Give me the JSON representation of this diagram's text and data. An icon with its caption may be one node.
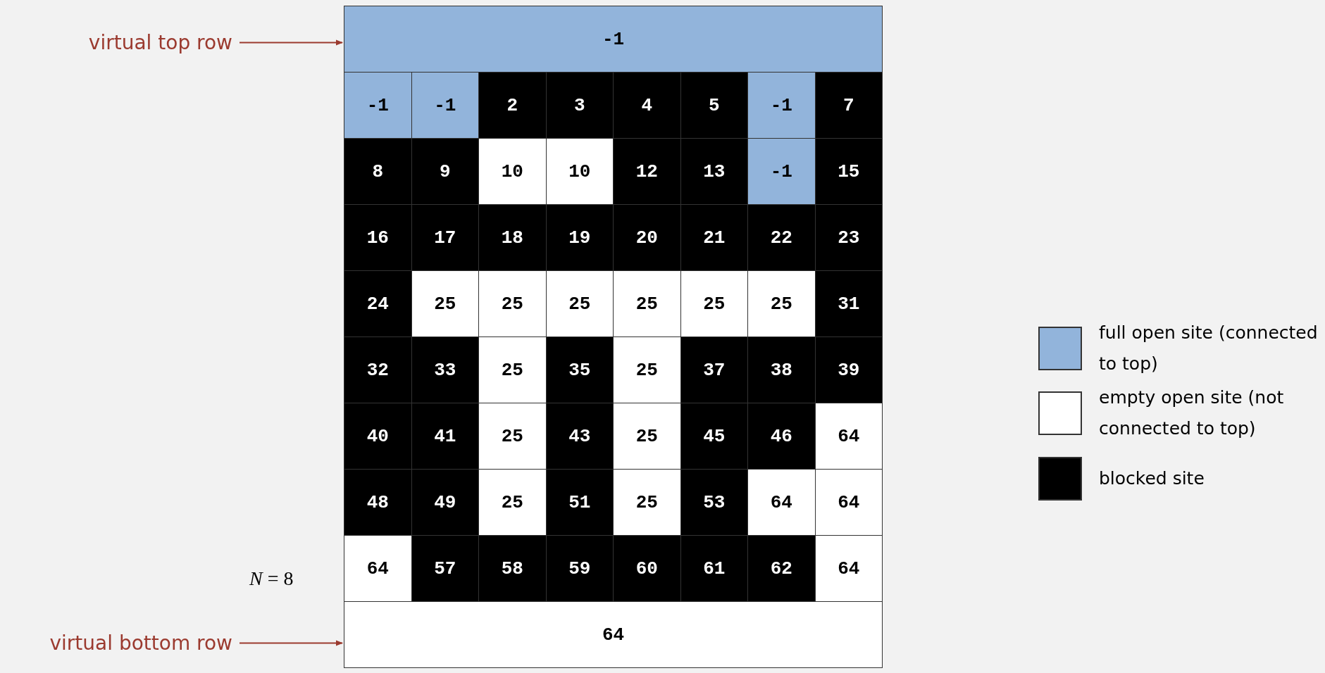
{
  "diagram": {
    "nodes": [
      {
        "text": [
          "virtual top row"
        ]
      },
      {
        "text": [
          "-1"
        ]
      },
      {
        "text": [
          "-1"
        ]
      },
      {
        "text": [
          "-1"
        ]
      },
      {
        "text": [
          "2"
        ]
      },
      {
        "text": [
          "3"
        ]
      },
      {
        "text": [
          "4"
        ]
      },
      {
        "text": [
          "5"
        ]
      },
      {
        "text": [
          "-1"
        ]
      },
      {
        "text": [
          "7"
        ]
      },
      {
        "text": [
          "8"
        ]
      },
      {
        "text": [
          "9"
        ]
      },
      {
        "text": [
          "10"
        ]
      },
      {
        "text": [
          "10"
        ]
      },
      {
        "text": [
          "12"
        ]
      },
      {
        "text": [
          "13"
        ]
      },
      {
        "text": [
          "-1"
        ]
      },
      {
        "text": [
          "15"
        ]
      },
      {
        "text": [
          "16"
        ]
      },
      {
        "text": [
          "17"
        ]
      },
      {
        "text": [
          "18"
        ]
      },
      {
        "text": [
          "19"
        ]
      },
      {
        "text": [
          "20"
        ]
      },
      {
        "text": [
          "21"
        ]
      },
      {
        "text": [
          "22"
        ]
      },
      {
        "text": [
          "23"
        ]
      },
      {
        "text": [
          "24"
        ]
      },
      {
        "text": [
          "25"
        ]
      },
      {
        "text": [
          "25"
        ]
      },
      {
        "text": [
          "25"
        ]
      },
      {
        "text": [
          "25"
        ]
      },
      {
        "text": [
          "25"
        ]
      },
      {
        "text": [
          "25"
        ]
      },
      {
        "text": [
          "31"
        ]
      },
      {
        "text": [
          "32"
        ]
      },
      {
        "text": [
          "33"
        ]
      },
      {
        "text": [
          "25"
        ]
      },
      {
        "text": [
          "35"
        ]
      },
      {
        "text": [
          "25"
        ]
      },
      {
        "text": [
          "37"
        ]
      },
      {
        "text": [
          "38"
        ]
      },
      {
        "text": [
          "39"
        ]
      },
      {
        "text": [
          "40"
        ]
      },
      {
        "text": [
          "41"
        ]
      },
      {
        "text": [
          "25"
        ]
      },
      {
        "text": [
          "43"
        ]
      },
      {
        "text": [
          "25"
        ]
      },
      {
        "text": [
          "45"
        ]
      },
      {
        "text": [
          "46"
        ]
      },
      {
        "text": [
          "64"
        ]
      },
      {
        "text": [
          "48"
        ]
      },
      {
        "text": [
          "49"
        ]
      },
      {
        "text": [
          "25"
        ]
      },
      {
        "text": [
          "51"
        ]
      },
      {
        "text": [
          "25"
        ]
      },
      {
        "text": [
          "53"
        ]
      },
      {
        "text": [
          "64"
        ]
      },
      {
        "text": [
          "64"
        ]
      },
      {
        "text": [
          "64"
        ]
      },
      {
        "text": [
          "57"
        ]
      },
      {
        "text": [
          "58"
        ]
      },
      {
        "text": [
          "59"
        ]
      },
      {
        "text": [
          "60"
        ]
      },
      {
        "text": [
          "61"
        ]
      },
      {
        "text": [
          "62"
        ]
      },
      {
        "text": [
          "64"
        ]
      },
      {
        "text": [
          "virtual bottom row"
        ]
      },
      {
        "text": [
          "64"
        ]
      }
    ],
    "edges": [
      {
        "from": 0,
        "to": 1,
        "arrow": "to"
      },
      {
        "from": 66,
        "to": 67,
        "arrow": "to"
      }
    ],
    "labels": [
      "*N* = 8"
    ],
    "legend": [
      {
        "text": "full open site (connected to top)",
        "color": "#92b4db"
      },
      {
        "text": "empty open site (not connected to top)",
        "color": "#ffffff"
      },
      {
        "text": "blocked site",
        "color": "#000000"
      }
    ]
  }
}
